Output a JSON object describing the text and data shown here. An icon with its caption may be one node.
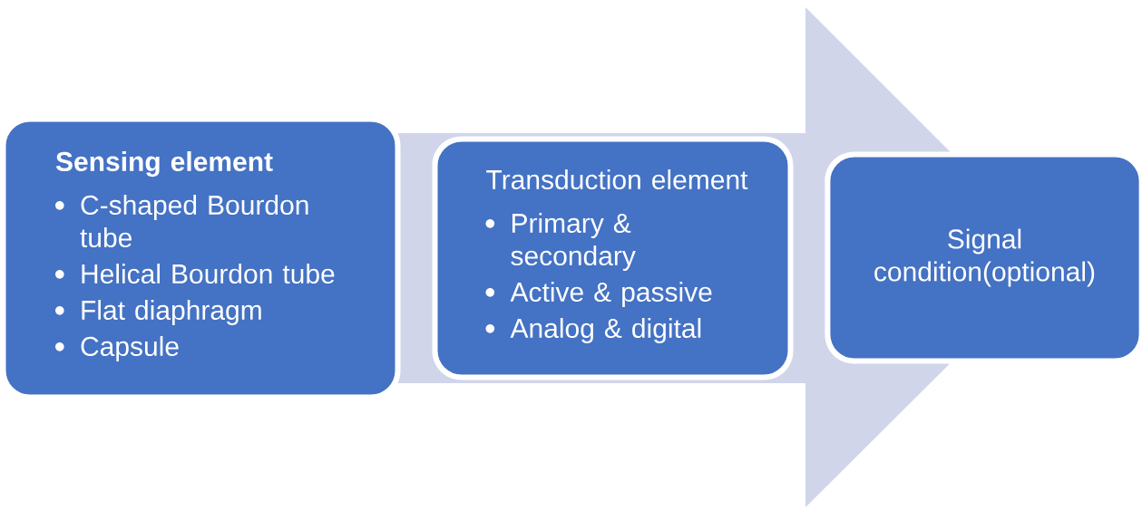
{
  "diagram": {
    "nodes": [
      {
        "text": [
          "Sensing element",
          "C-shaped Bourdon tube",
          "Helical  Bourdon tube",
          "Flat diaphragm",
          "Capsule"
        ]
      },
      {
        "text": [
          "Transduction element",
          "Primary & secondary",
          "Active & passive",
          "Analog & digital"
        ]
      },
      {
        "text": [
          "Signal condition(optional)"
        ]
      }
    ],
    "edges": [
      {
        "from": 0,
        "to": 2,
        "arrow": "to"
      }
    ]
  }
}
